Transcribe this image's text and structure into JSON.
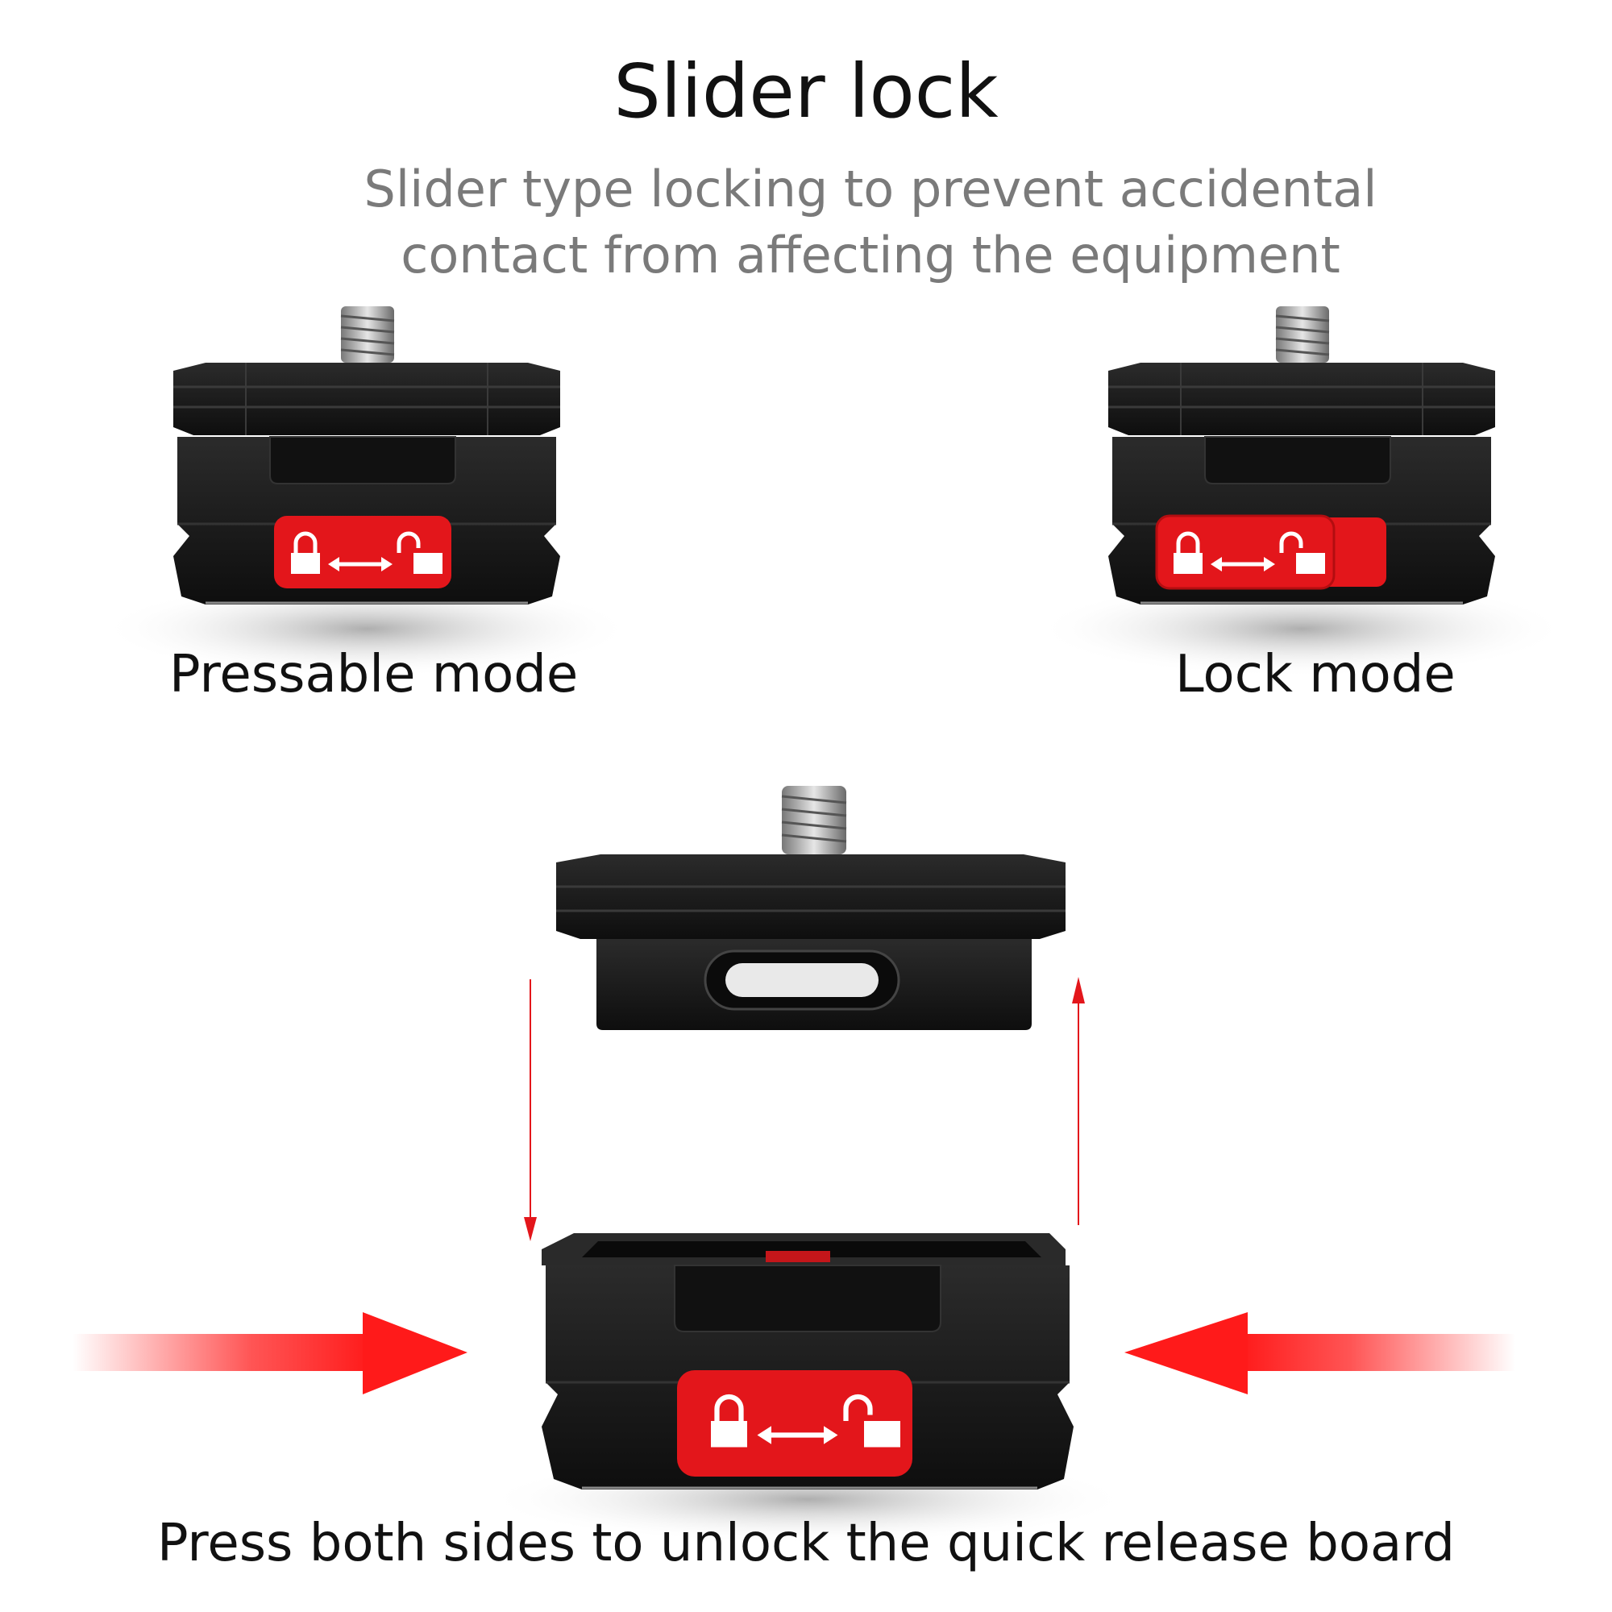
{
  "title": "Slider lock",
  "subtitle_line1": "Slider type locking to prevent accidental",
  "subtitle_line2": "contact from affecting the equipment",
  "labels": {
    "pressable": "Pressable mode",
    "lock": "Lock mode"
  },
  "caption": "Press both sides to unlock the quick release board",
  "colors": {
    "body": "#1c1c1c",
    "accent_red": "#e3161b",
    "subtitle_gray": "#7a7a7a"
  },
  "icons": [
    "lock-closed-icon",
    "double-arrow-icon",
    "lock-open-icon",
    "red-arrow-right-icon",
    "red-arrow-left-icon"
  ]
}
